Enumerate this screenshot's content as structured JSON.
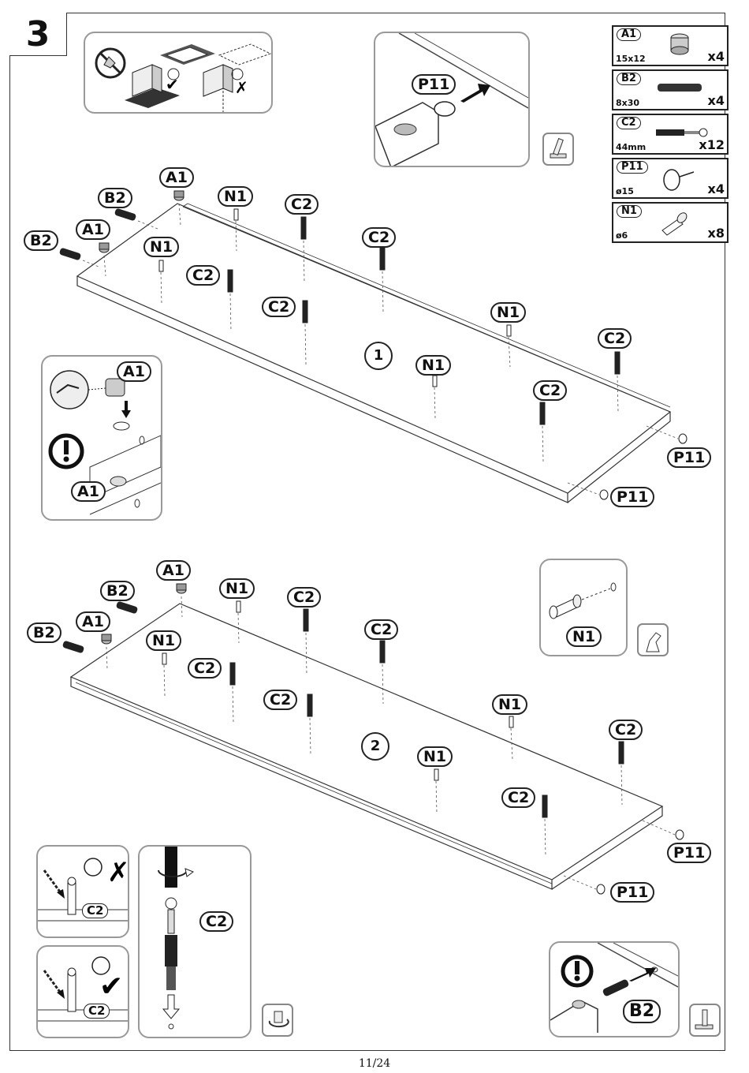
{
  "step": {
    "number": "3"
  },
  "page": {
    "label": "11/24"
  },
  "parts": [
    {
      "id": "A1",
      "size": "15x12",
      "qty": "x4",
      "icon": "cam-lock-icon"
    },
    {
      "id": "B2",
      "size": "8x30",
      "qty": "x4",
      "icon": "wooden-dowel-icon"
    },
    {
      "id": "C2",
      "size": "44mm",
      "qty": "x12",
      "icon": "cam-bolt-icon"
    },
    {
      "id": "P11",
      "size": "ø15",
      "qty": "x4",
      "icon": "glide-nail-icon"
    },
    {
      "id": "N1",
      "size": "ø6",
      "qty": "x8",
      "icon": "shelf-pin-icon"
    }
  ],
  "panel1": {
    "number": "1",
    "labels": {
      "a1_top": "A1",
      "a1_left": "A1",
      "b2_top": "B2",
      "b2_left": "B2",
      "n1_a": "N1",
      "n1_b": "N1",
      "n1_c": "N1",
      "n1_d": "N1",
      "c2_a": "C2",
      "c2_b": "C2",
      "c2_c": "C2",
      "c2_d": "C2",
      "c2_e": "C2",
      "c2_f": "C2",
      "p11_a": "P11",
      "p11_b": "P11"
    }
  },
  "panel2": {
    "number": "2",
    "labels": {
      "a1_top": "A1",
      "a1_left": "A1",
      "b2_top": "B2",
      "b2_left": "B2",
      "n1_a": "N1",
      "n1_b": "N1",
      "n1_c": "N1",
      "n1_d": "N1",
      "c2_a": "C2",
      "c2_b": "C2",
      "c2_c": "C2",
      "c2_d": "C2",
      "c2_e": "C2",
      "c2_f": "C2",
      "p11_a": "P11",
      "p11_b": "P11"
    }
  },
  "callouts": {
    "p11_detail": "P11",
    "a1_detail_top": "A1",
    "a1_detail_bottom": "A1",
    "n1_detail": "N1",
    "c2_wrong": "C2",
    "c2_right": "C2",
    "c2_screw": "C2",
    "b2_detail": "B2"
  }
}
